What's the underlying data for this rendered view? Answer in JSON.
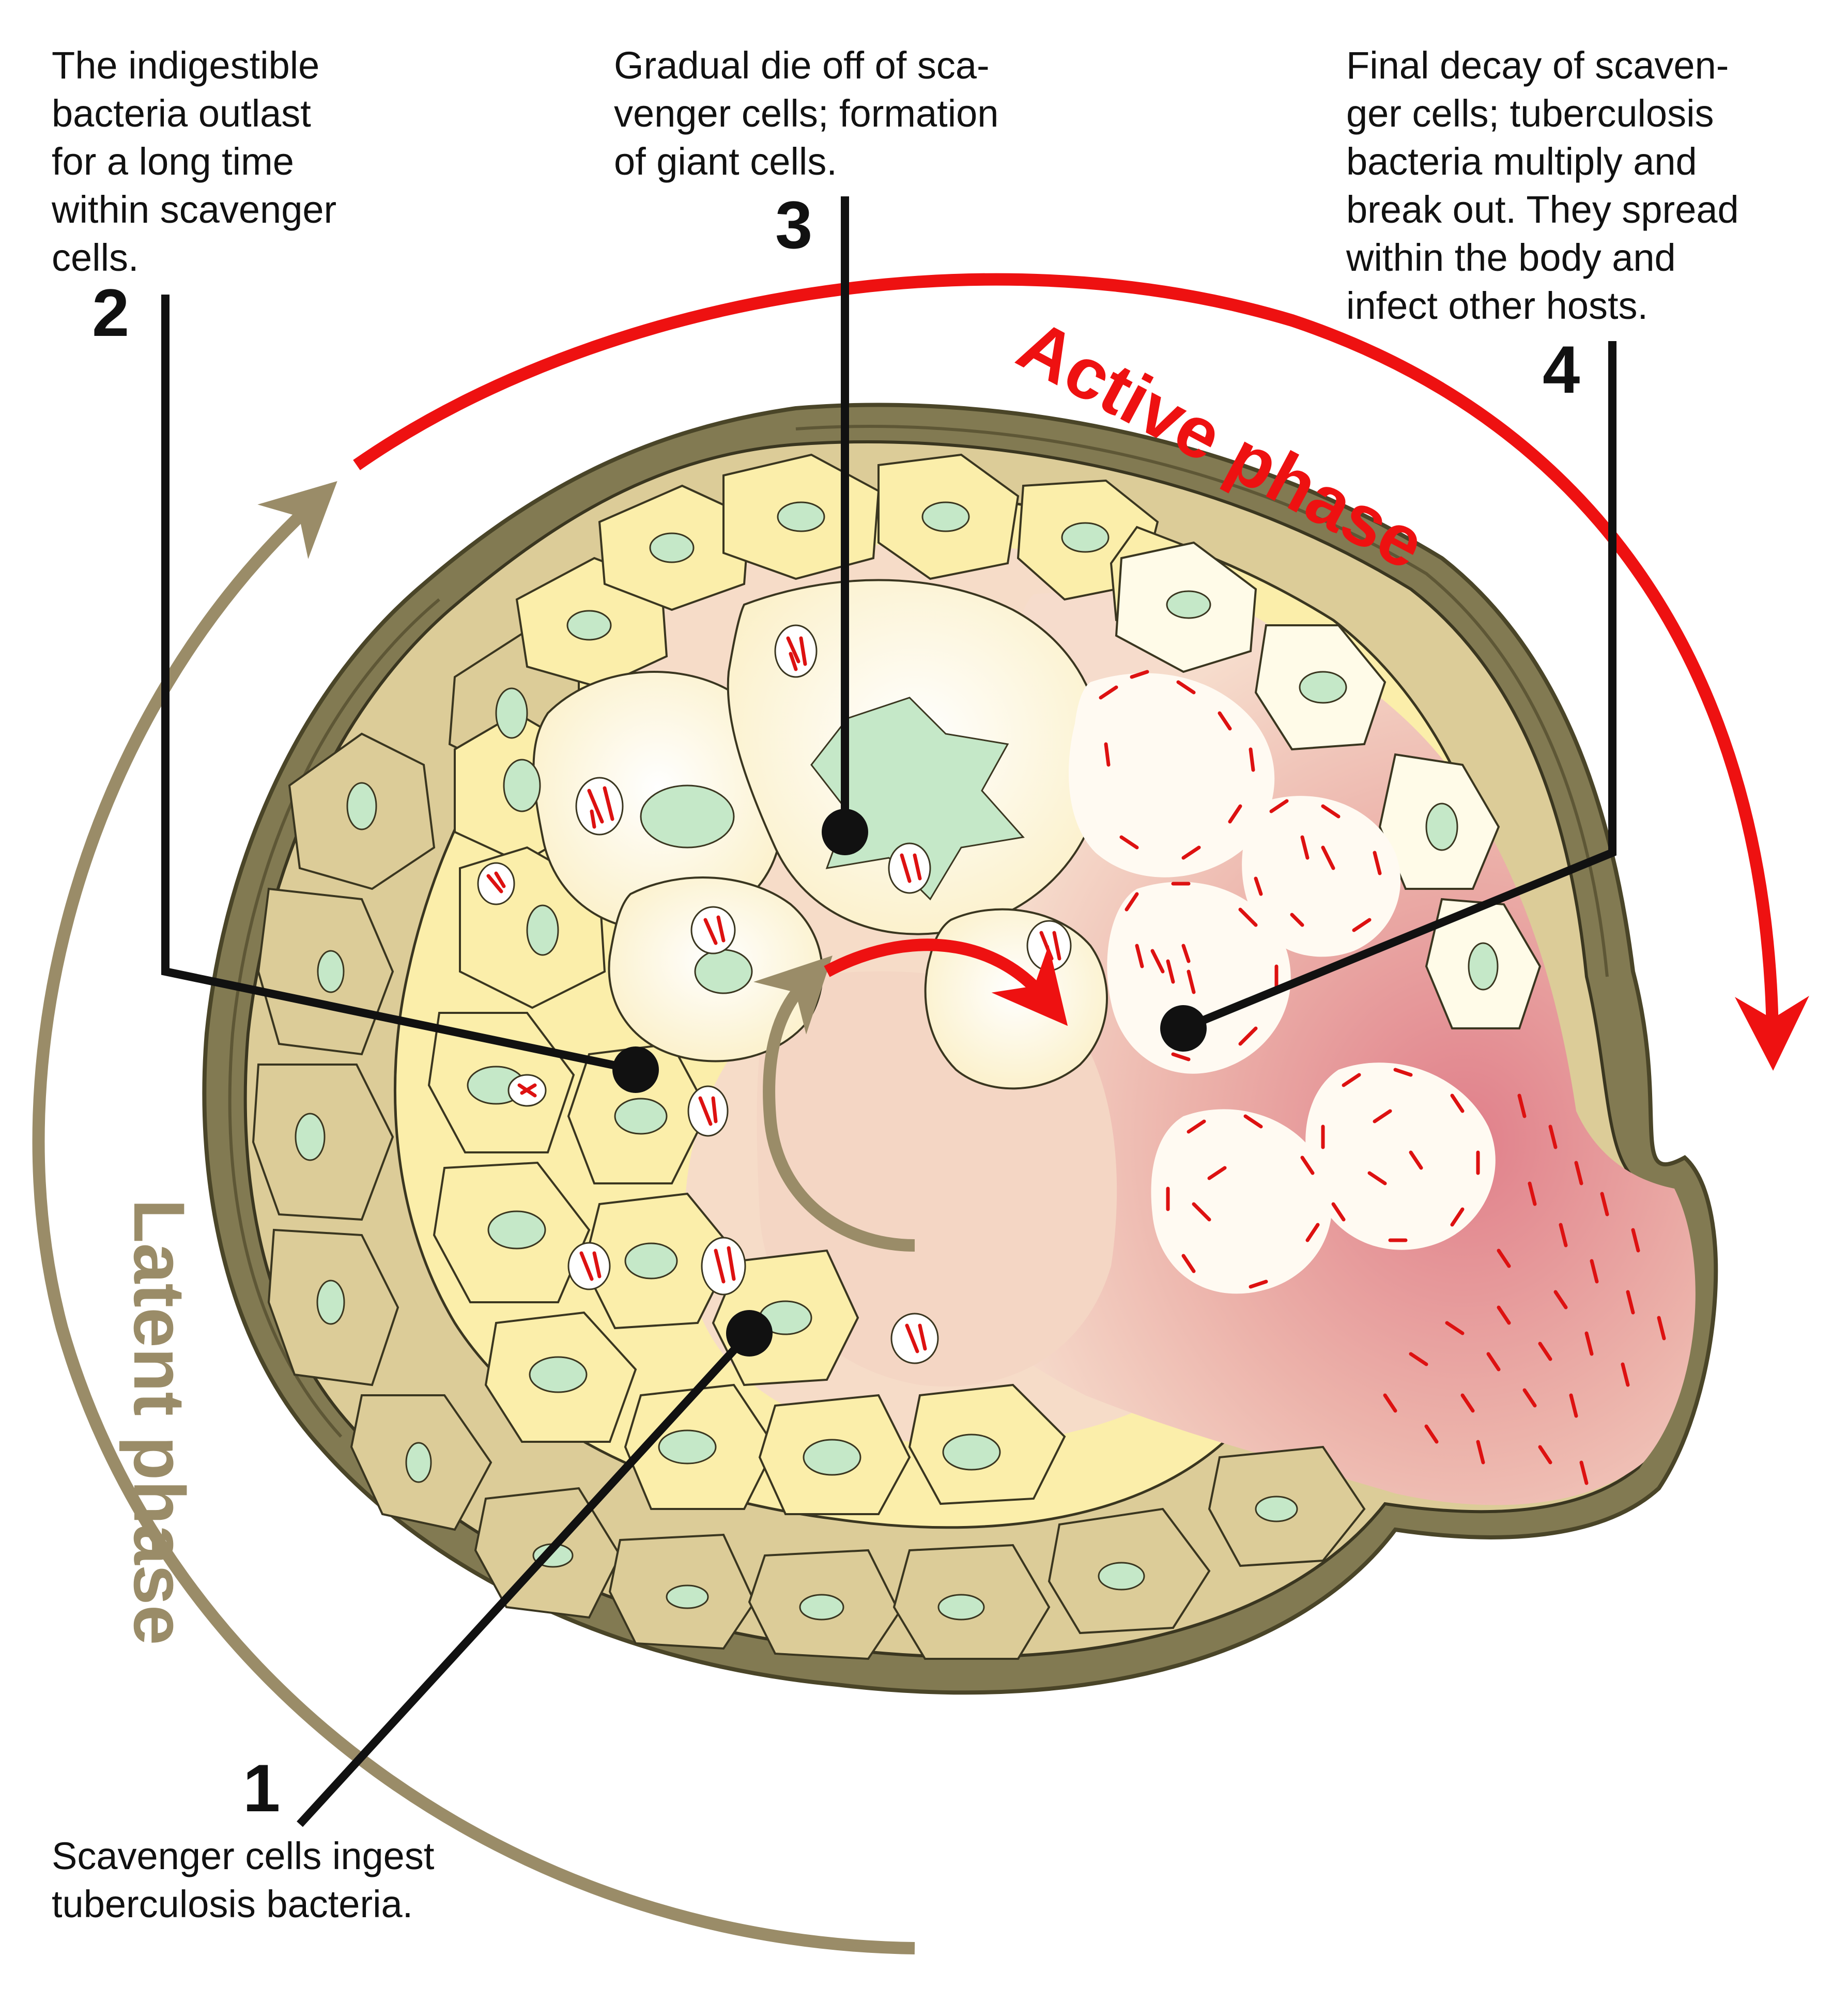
{
  "stages": [
    {
      "number": "1",
      "caption": "Scavenger cells ingest\ntuberculosis bacteria."
    },
    {
      "number": "2",
      "caption": "The indigestible\nbacteria outlast\nfor a long time\nwithin scavenger\ncells."
    },
    {
      "number": "3",
      "caption": "Gradual die off of sca-\nvenger cells; formation\nof giant cells."
    },
    {
      "number": "4",
      "caption": "Final decay of scaven-\nger cells; tuberculosis\nbacteria multiply and\nbreak out. They spread\nwithin the body and\ninfect other hosts."
    }
  ],
  "phases": {
    "active": "Active phase",
    "latent": "Latent phase"
  },
  "colors": {
    "active": "#ee1111",
    "latent": "#9a8c68",
    "capsule": "#827a52",
    "outer_cell": "#dccc98",
    "inner_cell": "#fbeeaa",
    "nucleus": "#c5e8c8",
    "necrotic_core": "#f2cfc1",
    "bacteria": "#dd1111"
  }
}
